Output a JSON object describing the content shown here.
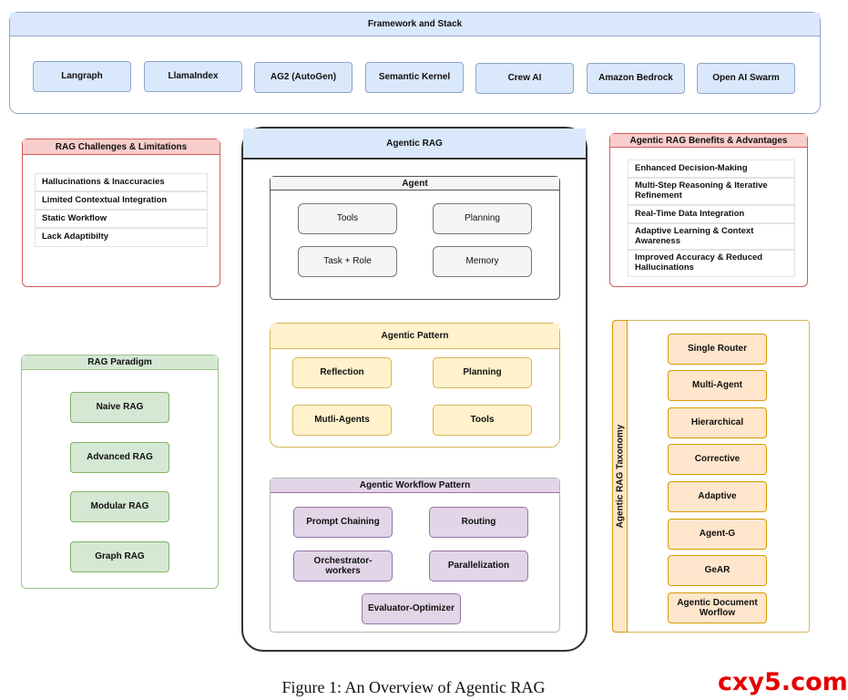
{
  "framework": {
    "title": "Framework and Stack",
    "items": [
      "Langraph",
      "LlamaIndex",
      "AG2 (AutoGen)",
      "Semantic Kernel",
      "Crew AI",
      "Amazon Bedrock",
      "Open AI Swarm"
    ]
  },
  "challenges": {
    "title": "RAG Challenges & Limitations",
    "items": [
      "Hallucinations & Inaccuracies",
      "Limited Contextual Integration",
      "Static Workflow",
      "Lack Adaptibilty"
    ]
  },
  "benefits": {
    "title": "Agentic RAG Benefits & Advantages",
    "items": [
      "Enhanced Decision-Making",
      "Multi-Step Reasoning & Iterative Refinement",
      "Real-Time Data Integration",
      "Adaptive Learning & Context Awareness",
      "Improved Accuracy & Reduced Hallucinations"
    ]
  },
  "paradigm": {
    "title": "RAG Paradigm",
    "items": [
      "Naive RAG",
      "Advanced RAG",
      "Modular RAG",
      "Graph RAG"
    ]
  },
  "agentic_rag": {
    "title": "Agentic RAG",
    "agent": {
      "title": "Agent",
      "items": [
        "Tools",
        "Planning",
        "Task + Role",
        "Memory"
      ]
    },
    "pattern": {
      "title": "Agentic Pattern",
      "items": [
        "Reflection",
        "Planning",
        "Mutli-Agents",
        "Tools"
      ]
    },
    "workflow": {
      "title": "Agentic Workflow Pattern",
      "items": [
        "Prompt Chaining",
        "Routing",
        "Orchestrator-workers",
        "Parallelization",
        "Evaluator-Optimizer"
      ]
    }
  },
  "taxonomy": {
    "title": "Agentic RAG Taxonomy",
    "items": [
      "Single Router",
      "Multi-Agent",
      "Hierarchical",
      "Corrective",
      "Adaptive",
      "Agent-G",
      "GeAR",
      "Agentic Document Worflow"
    ]
  },
  "caption": "Figure 1: An Overview of Agentic RAG",
  "watermark": "cxy5.com",
  "colors": {
    "blue_fill": "#dae8fc",
    "red_border": "#d65b5b",
    "red_fill": "#f8cecc",
    "green_fill": "#d5e8d4",
    "yellow_fill": "#fff2cc",
    "purple_fill": "#e1d5e7",
    "orange_fill": "#ffe6cc",
    "watermark": "#e60000"
  }
}
